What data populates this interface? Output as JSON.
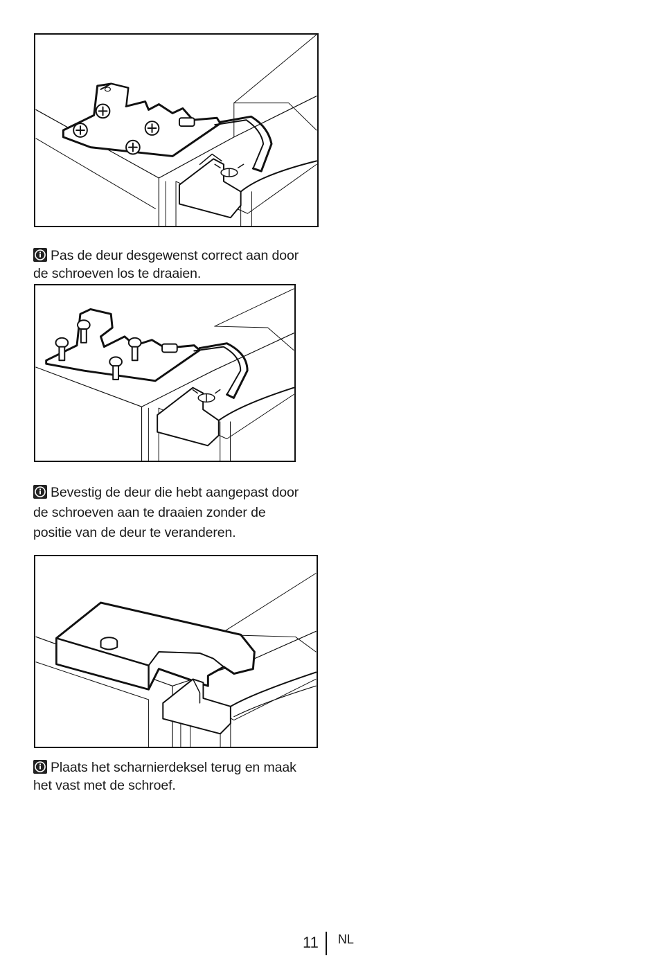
{
  "figures": [
    {
      "name": "hinge-with-screws-tightened"
    },
    {
      "name": "hinge-with-screws-loosened"
    },
    {
      "name": "hinge-cover-fitted"
    }
  ],
  "captions": [
    {
      "icon": "info-icon",
      "lines": [
        "Pas de deur desgewenst correct aan door",
        "de schroeven los te draaien."
      ]
    },
    {
      "icon": "info-icon",
      "lines": [
        "Bevestig de deur die hebt aangepast door",
        "de schroeven aan te draaien zonder de",
        "positie van de deur te veranderen."
      ]
    },
    {
      "icon": "info-icon",
      "lines": [
        "Plaats het scharnierdeksel terug en maak",
        "het vast met de schroef."
      ]
    }
  ],
  "footer": {
    "page_number": "11",
    "language": "NL"
  }
}
